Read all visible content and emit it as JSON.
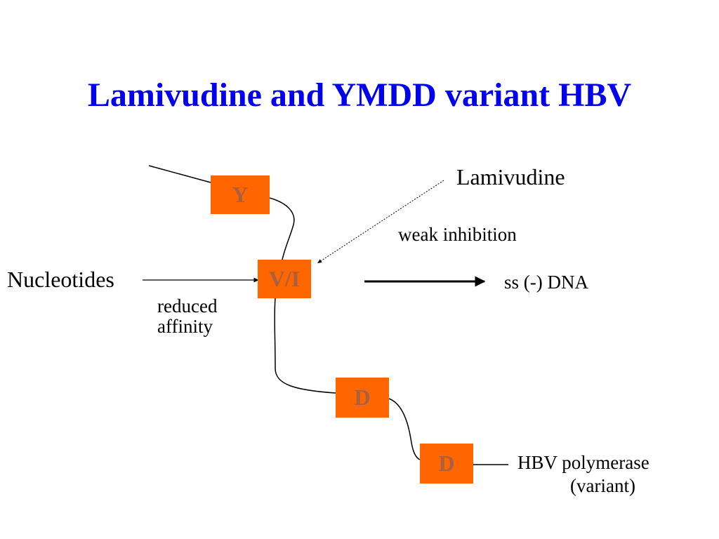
{
  "title": "Lamivudine and YMDD variant HBV",
  "boxes": {
    "y": "Y",
    "vi": "V/I",
    "d1": "D",
    "d2": "D"
  },
  "labels": {
    "lamivudine": "Lamivudine",
    "weak_inhibition": "weak inhibition",
    "nucleotides": "Nucleotides",
    "reduced_affinity_1": "reduced",
    "reduced_affinity_2": "affinity",
    "product": "ss (-) DNA",
    "polymerase_1": "HBV polymerase",
    "polymerase_2": "(variant)"
  },
  "colors": {
    "title": "#0000ee",
    "box_fill": "#ff6600",
    "box_text": "#a86040"
  }
}
